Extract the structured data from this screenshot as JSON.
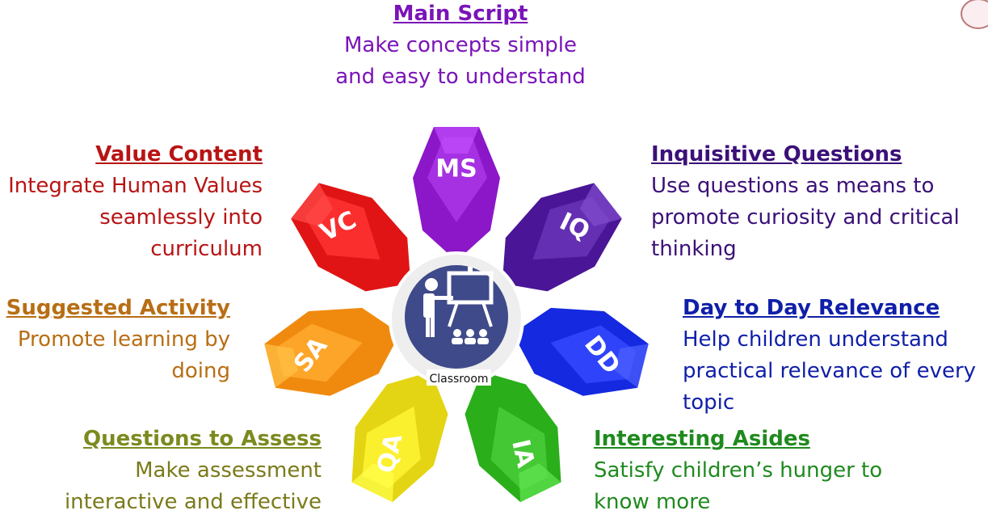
{
  "center": {
    "label": "Classroom",
    "icon": "teacher-board-icon"
  },
  "segments": [
    {
      "id": "ms",
      "abbr": "MS",
      "title": "Main Script",
      "lines": [
        "Make concepts simple",
        "and easy to understand"
      ],
      "color": "#8b17c9",
      "text_color": "#7a14b8"
    },
    {
      "id": "iq",
      "abbr": "IQ",
      "title": "Inquisitive Questions",
      "lines": [
        "Use questions as means to",
        "promote curiosity and critical",
        "thinking"
      ],
      "color": "#4a1597",
      "text_color": "#3b1078"
    },
    {
      "id": "dd",
      "abbr": "DD",
      "title": "Day to Day Relevance",
      "lines": [
        "Help children understand",
        "practical relevance of every",
        "topic"
      ],
      "color": "#1529e0",
      "text_color": "#101fa8"
    },
    {
      "id": "ia",
      "abbr": "IA",
      "title": "Interesting Asides",
      "lines": [
        "Satisfy children’s hunger to",
        "know more"
      ],
      "color": "#2aae1a",
      "text_color": "#1f8a1e"
    },
    {
      "id": "qa",
      "abbr": "QA",
      "title": "Questions to Assess",
      "lines": [
        "Make assessment",
        "interactive and effective"
      ],
      "color": "#e3d513",
      "text_color": "#7a7a1a",
      "title_color": "#7c8a1f"
    },
    {
      "id": "sa",
      "abbr": "SA",
      "title": "Suggested Activity",
      "lines": [
        "Promote learning by",
        "doing"
      ],
      "color": "#f08a0e",
      "text_color": "#b86e14"
    },
    {
      "id": "vc",
      "abbr": "VC",
      "title": "Value Content",
      "lines": [
        "Integrate Human Values",
        "seamlessly into",
        "curriculum"
      ],
      "color": "#e01414",
      "text_color": "#b81414"
    }
  ]
}
